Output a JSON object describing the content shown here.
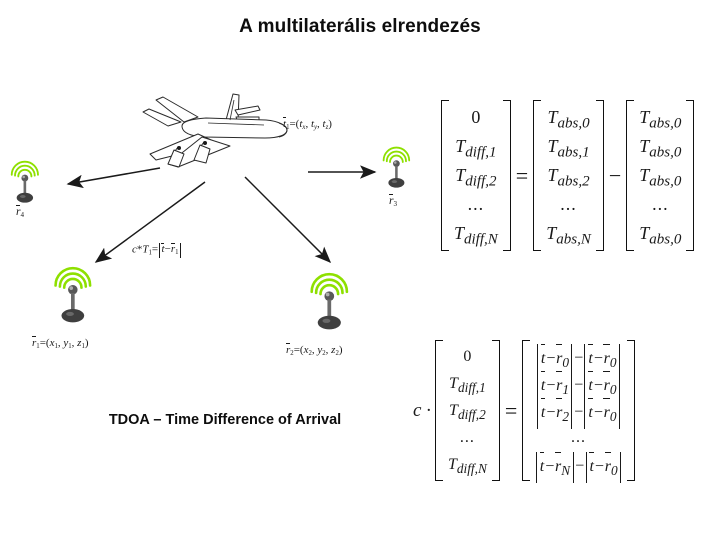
{
  "slide": {
    "title": "A multilaterális elrendezés",
    "caption": "TDOA – Time Difference of Arrival",
    "background_color": "#ffffff",
    "text_color": "#0d0d0d",
    "antenna_signal_color": "#8ee000",
    "antenna_body_color": "#4a4a4a"
  },
  "diagram": {
    "aircraft_label": "t̅1=(tx , ty , tz)",
    "distance_formula": "c*T1=|t̅−r̅1|",
    "stations": [
      {
        "name": "r4",
        "label": "r̅4"
      },
      {
        "name": "r3",
        "label": "r̅3"
      },
      {
        "name": "r1",
        "label": "r̅1=(x1 , y1 , z1)"
      },
      {
        "name": "r2",
        "label": "r̅2=(x2 , y2 , z2)"
      }
    ]
  },
  "equation1": {
    "lhs": {
      "rows": [
        "0",
        "Tdiff ,1",
        "Tdiff ,2",
        "...",
        "Tdiff ,N"
      ]
    },
    "operator_equals": "=",
    "middle": {
      "rows": [
        "Tabs,0",
        "Tabs,1",
        "Tabs,2",
        "...",
        "Tabs,N"
      ]
    },
    "operator_minus": "−",
    "rhs": {
      "rows": [
        "Tabs,0",
        "Tabs,0",
        "Tabs,0",
        "...",
        "Tabs,0"
      ]
    }
  },
  "equation2": {
    "scalar": "c ·",
    "lhs": {
      "rows": [
        "0",
        "Tdiff ,1",
        "Tdiff ,2",
        "...",
        "Tdiff ,N"
      ]
    },
    "operator_equals": "=",
    "rhs": {
      "rows": [
        "|t̅−r̅0|−|t̅−r̅0|",
        "|t̅−r̅1|−|t̅−r̅0|",
        "|t̅−r̅2|−|t̅−r̅0|",
        "...",
        "|t̅−r̅N|−|t̅−r̅0|"
      ]
    }
  }
}
